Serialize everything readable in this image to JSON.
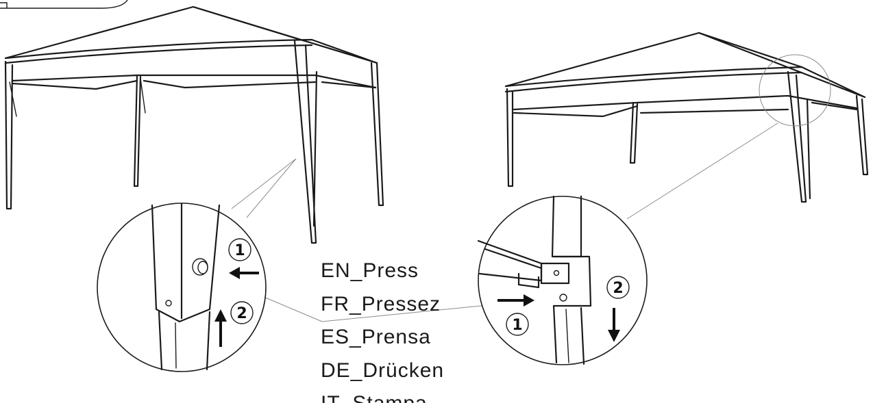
{
  "instructions": {
    "labels": [
      "EN_Press",
      "FR_Pressez",
      "ES_Prensa",
      "DE_Drücken",
      "IT_Stampa"
    ]
  },
  "left_detail": {
    "steps": [
      "1",
      "2"
    ]
  },
  "right_detail": {
    "steps": [
      "1",
      "2"
    ]
  }
}
